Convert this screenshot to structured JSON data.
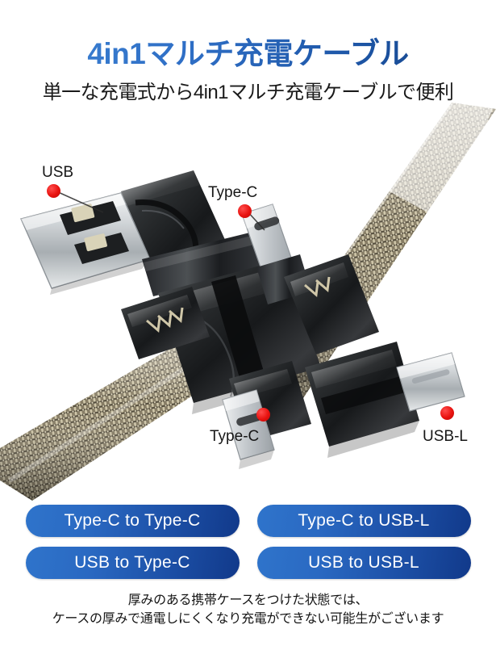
{
  "header": {
    "title": "4in1マルチ充電ケーブル",
    "subtitle": "単一な充電式から4in1マルチ充電ケーブルで便利",
    "title_gradient_from": "#3f86d6",
    "title_gradient_to": "#133f80"
  },
  "product": {
    "alt": "4in1 multi charging cable with braided cord and four connector tips",
    "cable_braid_color": "#8a8068",
    "connector_body_color": "#262626",
    "metal_tip_color": "#cfd2d4",
    "marker_color": "#e8120f",
    "callouts": [
      {
        "id": "usb",
        "label": "USB"
      },
      {
        "id": "typec-top",
        "label": "Type-C"
      },
      {
        "id": "typec-bottom",
        "label": "Type-C"
      },
      {
        "id": "usbl",
        "label": "USB-L"
      }
    ]
  },
  "buttons": [
    {
      "id": "typec-to-typec",
      "label": "Type-C  to  Type-C"
    },
    {
      "id": "typec-to-usbl",
      "label": "Type-C  to  USB-L"
    },
    {
      "id": "usb-to-typec",
      "label": "USB  to  Type-C"
    },
    {
      "id": "usb-to-usbl",
      "label": "USB  to  USB-L"
    }
  ],
  "button_gradient_from": "#2f74cb",
  "button_gradient_to": "#11398a",
  "note": {
    "line1": "厚みのある携帯ケースをつけた状態では、",
    "line2": "ケースの厚みで通電しにくくなり充電ができない可能生がございます"
  }
}
